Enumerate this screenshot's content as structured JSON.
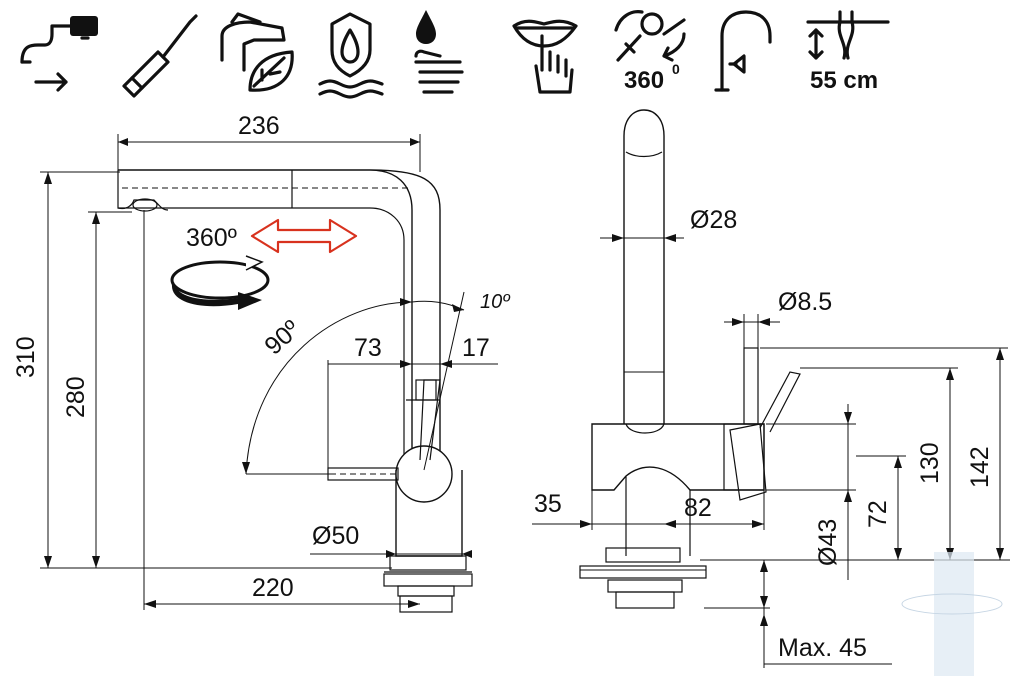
{
  "icons": [
    {
      "name": "pull-out-spray-icon"
    },
    {
      "name": "screwdriver-icon"
    },
    {
      "name": "eco-faucet-leaf-icon"
    },
    {
      "name": "water-shield-icon"
    },
    {
      "name": "water-drop-hand-icon"
    },
    {
      "name": "silent-operation-icon"
    },
    {
      "name": "swivel-360-icon",
      "label": "360",
      "sup": "0"
    },
    {
      "name": "high-spout-icon"
    },
    {
      "name": "hose-length-icon",
      "label": "55 cm"
    }
  ],
  "side_view": {
    "width_top": "236",
    "total_height": "310",
    "spout_height": "280",
    "swivel": "360º",
    "lever_angle": "90º",
    "tilt_angle": "10º",
    "lever_reach": "73",
    "lever_offset": "17",
    "base_diameter": "Ø50",
    "base_depth": "220"
  },
  "front_view": {
    "spout_diameter": "Ø28",
    "lever_diameter": "Ø8.5",
    "body_offset": "35",
    "body_width": "82",
    "body_diameter": "Ø43",
    "lever_height": "72",
    "body_height": "130",
    "lever_top_height": "142",
    "max_thickness": "Max. 45"
  },
  "colors": {
    "arrow_red": "#d8321e",
    "line": "#111111"
  }
}
